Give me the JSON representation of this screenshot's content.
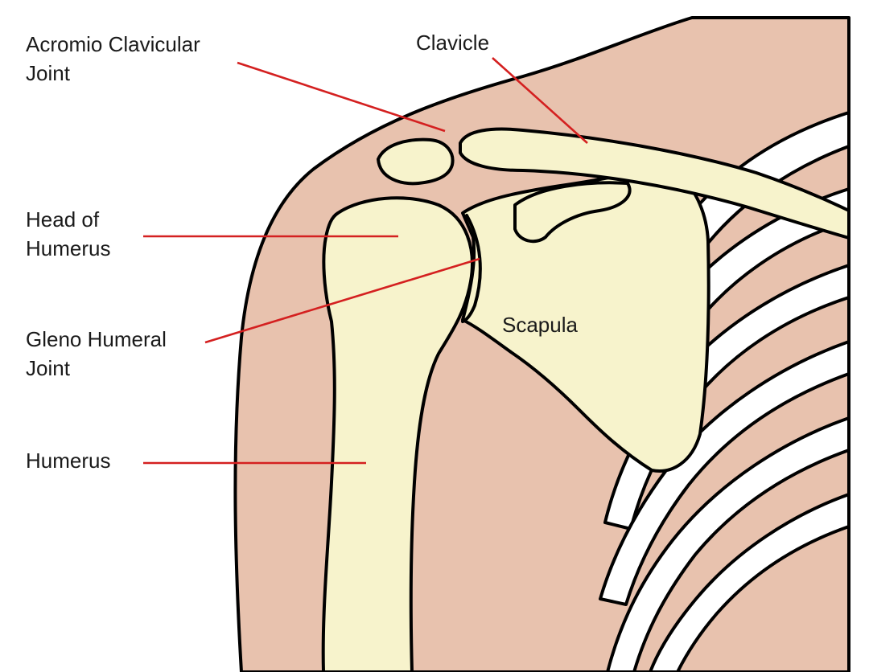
{
  "labels": {
    "acromio_line1": "Acromio Clavicular",
    "acromio_line2": "Joint",
    "clavicle": "Clavicle",
    "head_line1": "Head of",
    "head_line2": "Humerus",
    "gleno_line1": "Gleno Humeral",
    "gleno_line2": "Joint",
    "humerus": "Humerus",
    "scapula": "Scapula"
  },
  "colors": {
    "skin": "#e8c2ae",
    "bone": "#f7f3cc",
    "rib": "#ffffff",
    "outline": "#000000",
    "leader_line": "#d42020"
  }
}
